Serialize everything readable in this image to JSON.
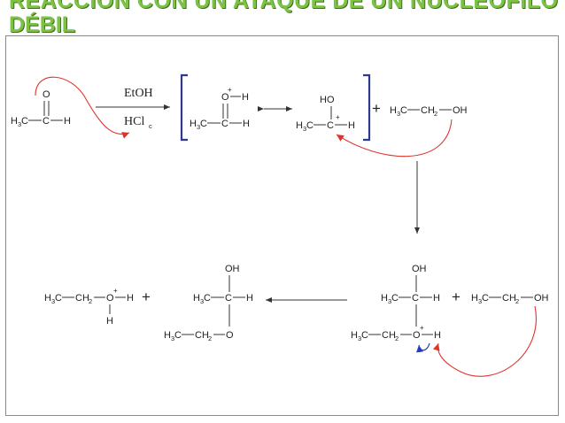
{
  "title": {
    "line1": "REACCIÓN CON UN ATAQUE DE UN NUCLEÓFILO",
    "line2": "DÉBIL"
  },
  "reagents": {
    "top": "EtOH",
    "bottom": "HCl",
    "bottom_sub": "c"
  },
  "atoms": {
    "O": "O",
    "C": "C",
    "H": "H",
    "HO": "HO",
    "OH": "OH",
    "H3C": "H",
    "CH2": "CH",
    "sub3": "3",
    "sub2": "2",
    "charge": "+",
    "plus": "+"
  },
  "colors": {
    "frame": "#8a8a8a",
    "bracket": "#2e3a8c",
    "arrow_red": "#e0332b",
    "arrow_blue": "#1f3fbf",
    "bond": "#333333",
    "title": "#7cc243"
  },
  "icons": {
    "electron_arrow": "curved-arrow-icon",
    "reaction_arrow": "straight-arrow-icon",
    "resonance_arrow": "double-headed-arrow-icon"
  }
}
